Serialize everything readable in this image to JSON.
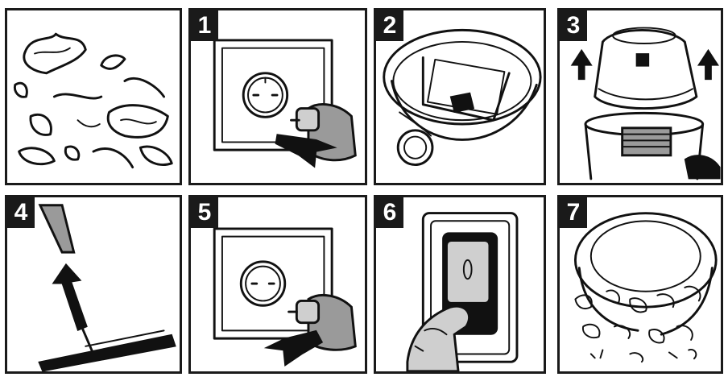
{
  "panels": [
    {
      "id": "debris",
      "step": "",
      "icon": "debris-icon"
    },
    {
      "id": "unplug",
      "step": "1",
      "icon": "unplug-icon"
    },
    {
      "id": "filter",
      "step": "2",
      "icon": "filter-basket-icon"
    },
    {
      "id": "lift-head",
      "step": "3",
      "icon": "lift-motor-head-icon"
    },
    {
      "id": "hose-nozzle",
      "step": "4",
      "icon": "hose-nozzle-icon"
    },
    {
      "id": "plug-in",
      "step": "5",
      "icon": "plug-in-icon"
    },
    {
      "id": "switch-on",
      "step": "6",
      "icon": "power-switch-icon"
    },
    {
      "id": "dirt-in-tank",
      "step": "7",
      "icon": "dirt-tank-icon"
    }
  ]
}
